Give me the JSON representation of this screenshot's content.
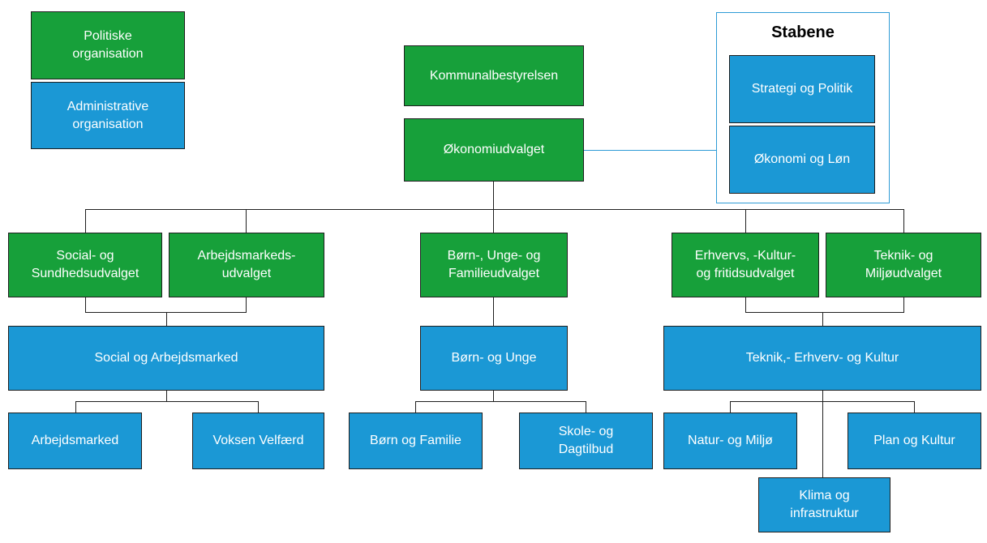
{
  "colors": {
    "green": "#17a03a",
    "blue": "#1b98d5",
    "line": "#1f1f1f",
    "accent": "#2e9bd6"
  },
  "legend": {
    "politiske_label": "Politiske\norganisation",
    "administrative_label": "Administrative\norganisation"
  },
  "nodes": {
    "kommunalbestyrelsen": "Kommunalbestyrelsen",
    "okonomiudvalget": "Økonomiudvalget",
    "social_sundhedsudvalget": "Social- og\nSundhedsudvalget",
    "arbejdsmarkedsudvalget": "Arbejdsmarkeds-\nudvalget",
    "born_unge_familieudvalget": "Børn-, Unge- og\nFamilieudvalget",
    "erhvervs_kultur_fritidsudvalget": "Erhvervs, -Kultur-\nog fritidsudvalget",
    "teknik_miljoudvalget": "Teknik- og\nMiljøudvalget",
    "social_arbejdsmarked": "Social og Arbejdsmarked",
    "born_og_unge": "Børn- og Unge",
    "teknik_erhverv_kultur": "Teknik,- Erhverv- og Kultur",
    "arbejdsmarked": "Arbejdsmarked",
    "voksen_velfaerd": "Voksen Velfærd",
    "born_og_familie": "Børn og Familie",
    "skole_dagtilbud": "Skole- og\nDagtilbud",
    "natur_miljo": "Natur- og Miljø",
    "plan_kultur": "Plan og Kultur",
    "klima_infrastruktur": "Klima og\ninfrastruktur"
  },
  "stabene": {
    "title": "Stabene",
    "items": [
      "Strategi og Politik",
      "Økonomi og Løn"
    ]
  }
}
